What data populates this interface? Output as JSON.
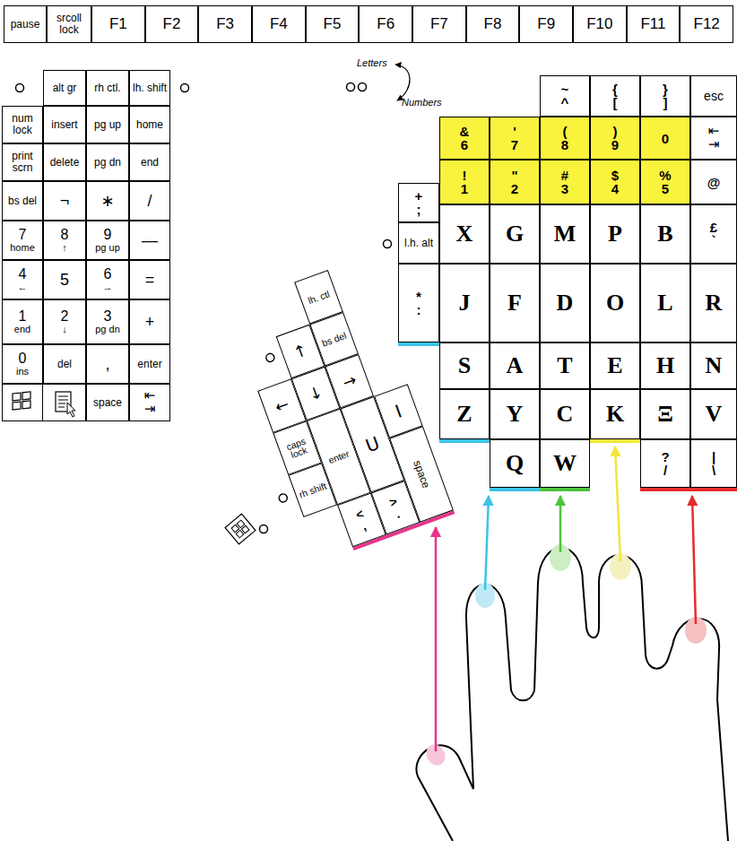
{
  "diagram": {
    "nodes": [
      {
        "text": [
          "pause"
        ]
      },
      {
        "text": [
          "srcoll lock"
        ]
      },
      {
        "text": [
          "F1"
        ]
      },
      {
        "text": [
          "F2"
        ]
      },
      {
        "text": [
          "F3"
        ]
      },
      {
        "text": [
          "F4"
        ]
      },
      {
        "text": [
          "F5"
        ]
      },
      {
        "text": [
          "F6"
        ]
      },
      {
        "text": [
          "F7"
        ]
      },
      {
        "text": [
          "F8"
        ]
      },
      {
        "text": [
          "F9"
        ]
      },
      {
        "text": [
          "F10"
        ]
      },
      {
        "text": [
          "F11"
        ]
      },
      {
        "text": [
          "F12"
        ]
      },
      {
        "text": [
          "alt gr"
        ]
      },
      {
        "text": [
          "rh ctl."
        ]
      },
      {
        "text": [
          "lh. shift"
        ]
      },
      {
        "text": [
          "num lock"
        ]
      },
      {
        "text": [
          "insert"
        ]
      },
      {
        "text": [
          "pg up"
        ]
      },
      {
        "text": [
          "home"
        ]
      },
      {
        "text": [
          "print scrn"
        ]
      },
      {
        "text": [
          "delete"
        ]
      },
      {
        "text": [
          "pg dn"
        ]
      },
      {
        "text": [
          "end"
        ]
      },
      {
        "text": [
          "bs del"
        ]
      },
      {
        "text": [
          "¬"
        ]
      },
      {
        "text": [
          "∗"
        ]
      },
      {
        "text": [
          "/"
        ]
      },
      {
        "text": [
          "7",
          "home"
        ]
      },
      {
        "text": [
          "8",
          "↑"
        ]
      },
      {
        "text": [
          "9",
          "pg up"
        ]
      },
      {
        "text": [
          "—"
        ]
      },
      {
        "text": [
          "4",
          "←"
        ]
      },
      {
        "text": [
          "5"
        ]
      },
      {
        "text": [
          "6",
          "→"
        ]
      },
      {
        "text": [
          "="
        ]
      },
      {
        "text": [
          "1",
          "end"
        ]
      },
      {
        "text": [
          "2",
          "↓"
        ]
      },
      {
        "text": [
          "3",
          "pg dn"
        ]
      },
      {
        "text": [
          "+"
        ]
      },
      {
        "text": [
          "0",
          "ins"
        ]
      },
      {
        "text": [
          "del"
        ]
      },
      {
        "text": [
          ","
        ]
      },
      {
        "text": [
          "enter"
        ]
      },
      {
        "text": [
          "space"
        ]
      },
      {
        "text": [
          "⇤",
          "⇥"
        ]
      },
      {
        "text": [
          "~",
          "^"
        ]
      },
      {
        "text": [
          "{",
          "["
        ]
      },
      {
        "text": [
          "}",
          "]"
        ]
      },
      {
        "text": [
          "esc"
        ]
      },
      {
        "text": [
          "&",
          "6"
        ]
      },
      {
        "text": [
          "'",
          "7"
        ]
      },
      {
        "text": [
          "(",
          "8"
        ]
      },
      {
        "text": [
          ")",
          "9"
        ]
      },
      {
        "text": [
          "0"
        ]
      },
      {
        "text": [
          "⇤",
          "⇥"
        ]
      },
      {
        "text": [
          "+",
          ";"
        ]
      },
      {
        "text": [
          "!",
          "1"
        ]
      },
      {
        "text": [
          "\"",
          "2"
        ]
      },
      {
        "text": [
          "#",
          "3"
        ]
      },
      {
        "text": [
          "$",
          "4"
        ]
      },
      {
        "text": [
          "%",
          "5"
        ]
      },
      {
        "text": [
          "@"
        ]
      },
      {
        "text": [
          "l.h. alt"
        ]
      },
      {
        "text": [
          "X"
        ]
      },
      {
        "text": [
          "G"
        ]
      },
      {
        "text": [
          "M"
        ]
      },
      {
        "text": [
          "P"
        ]
      },
      {
        "text": [
          "B"
        ]
      },
      {
        "text": [
          "£",
          "`"
        ]
      },
      {
        "text": [
          "*",
          ":"
        ]
      },
      {
        "text": [
          "J"
        ]
      },
      {
        "text": [
          "F"
        ]
      },
      {
        "text": [
          "D"
        ]
      },
      {
        "text": [
          "O"
        ]
      },
      {
        "text": [
          "L"
        ]
      },
      {
        "text": [
          "R"
        ]
      },
      {
        "text": [
          "S"
        ]
      },
      {
        "text": [
          "A"
        ]
      },
      {
        "text": [
          "T"
        ]
      },
      {
        "text": [
          "E"
        ]
      },
      {
        "text": [
          "H"
        ]
      },
      {
        "text": [
          "N"
        ]
      },
      {
        "text": [
          "Z"
        ]
      },
      {
        "text": [
          "Y"
        ]
      },
      {
        "text": [
          "C"
        ]
      },
      {
        "text": [
          "K"
        ]
      },
      {
        "text": [
          "Ξ"
        ]
      },
      {
        "text": [
          "V"
        ]
      },
      {
        "text": [
          "Q"
        ]
      },
      {
        "text": [
          "W"
        ]
      },
      {
        "text": [
          "?",
          "/"
        ]
      },
      {
        "text": [
          "|",
          "\\"
        ]
      },
      {
        "text": [
          "lh. ctl"
        ]
      },
      {
        "text": [
          "bs del"
        ]
      },
      {
        "text": [
          "↑"
        ]
      },
      {
        "text": [
          "→"
        ]
      },
      {
        "text": [
          "←"
        ]
      },
      {
        "text": [
          "↓"
        ]
      },
      {
        "text": [
          "I"
        ]
      },
      {
        "text": [
          "caps lock"
        ]
      },
      {
        "text": [
          "enter"
        ]
      },
      {
        "text": [
          "U"
        ]
      },
      {
        "text": [
          "rh shift"
        ]
      },
      {
        "text": [
          "space"
        ]
      },
      {
        "text": [
          "<",
          ","
        ]
      },
      {
        "text": [
          ">",
          "."
        ]
      }
    ],
    "labels": [
      "Letters",
      "Numbers"
    ]
  }
}
